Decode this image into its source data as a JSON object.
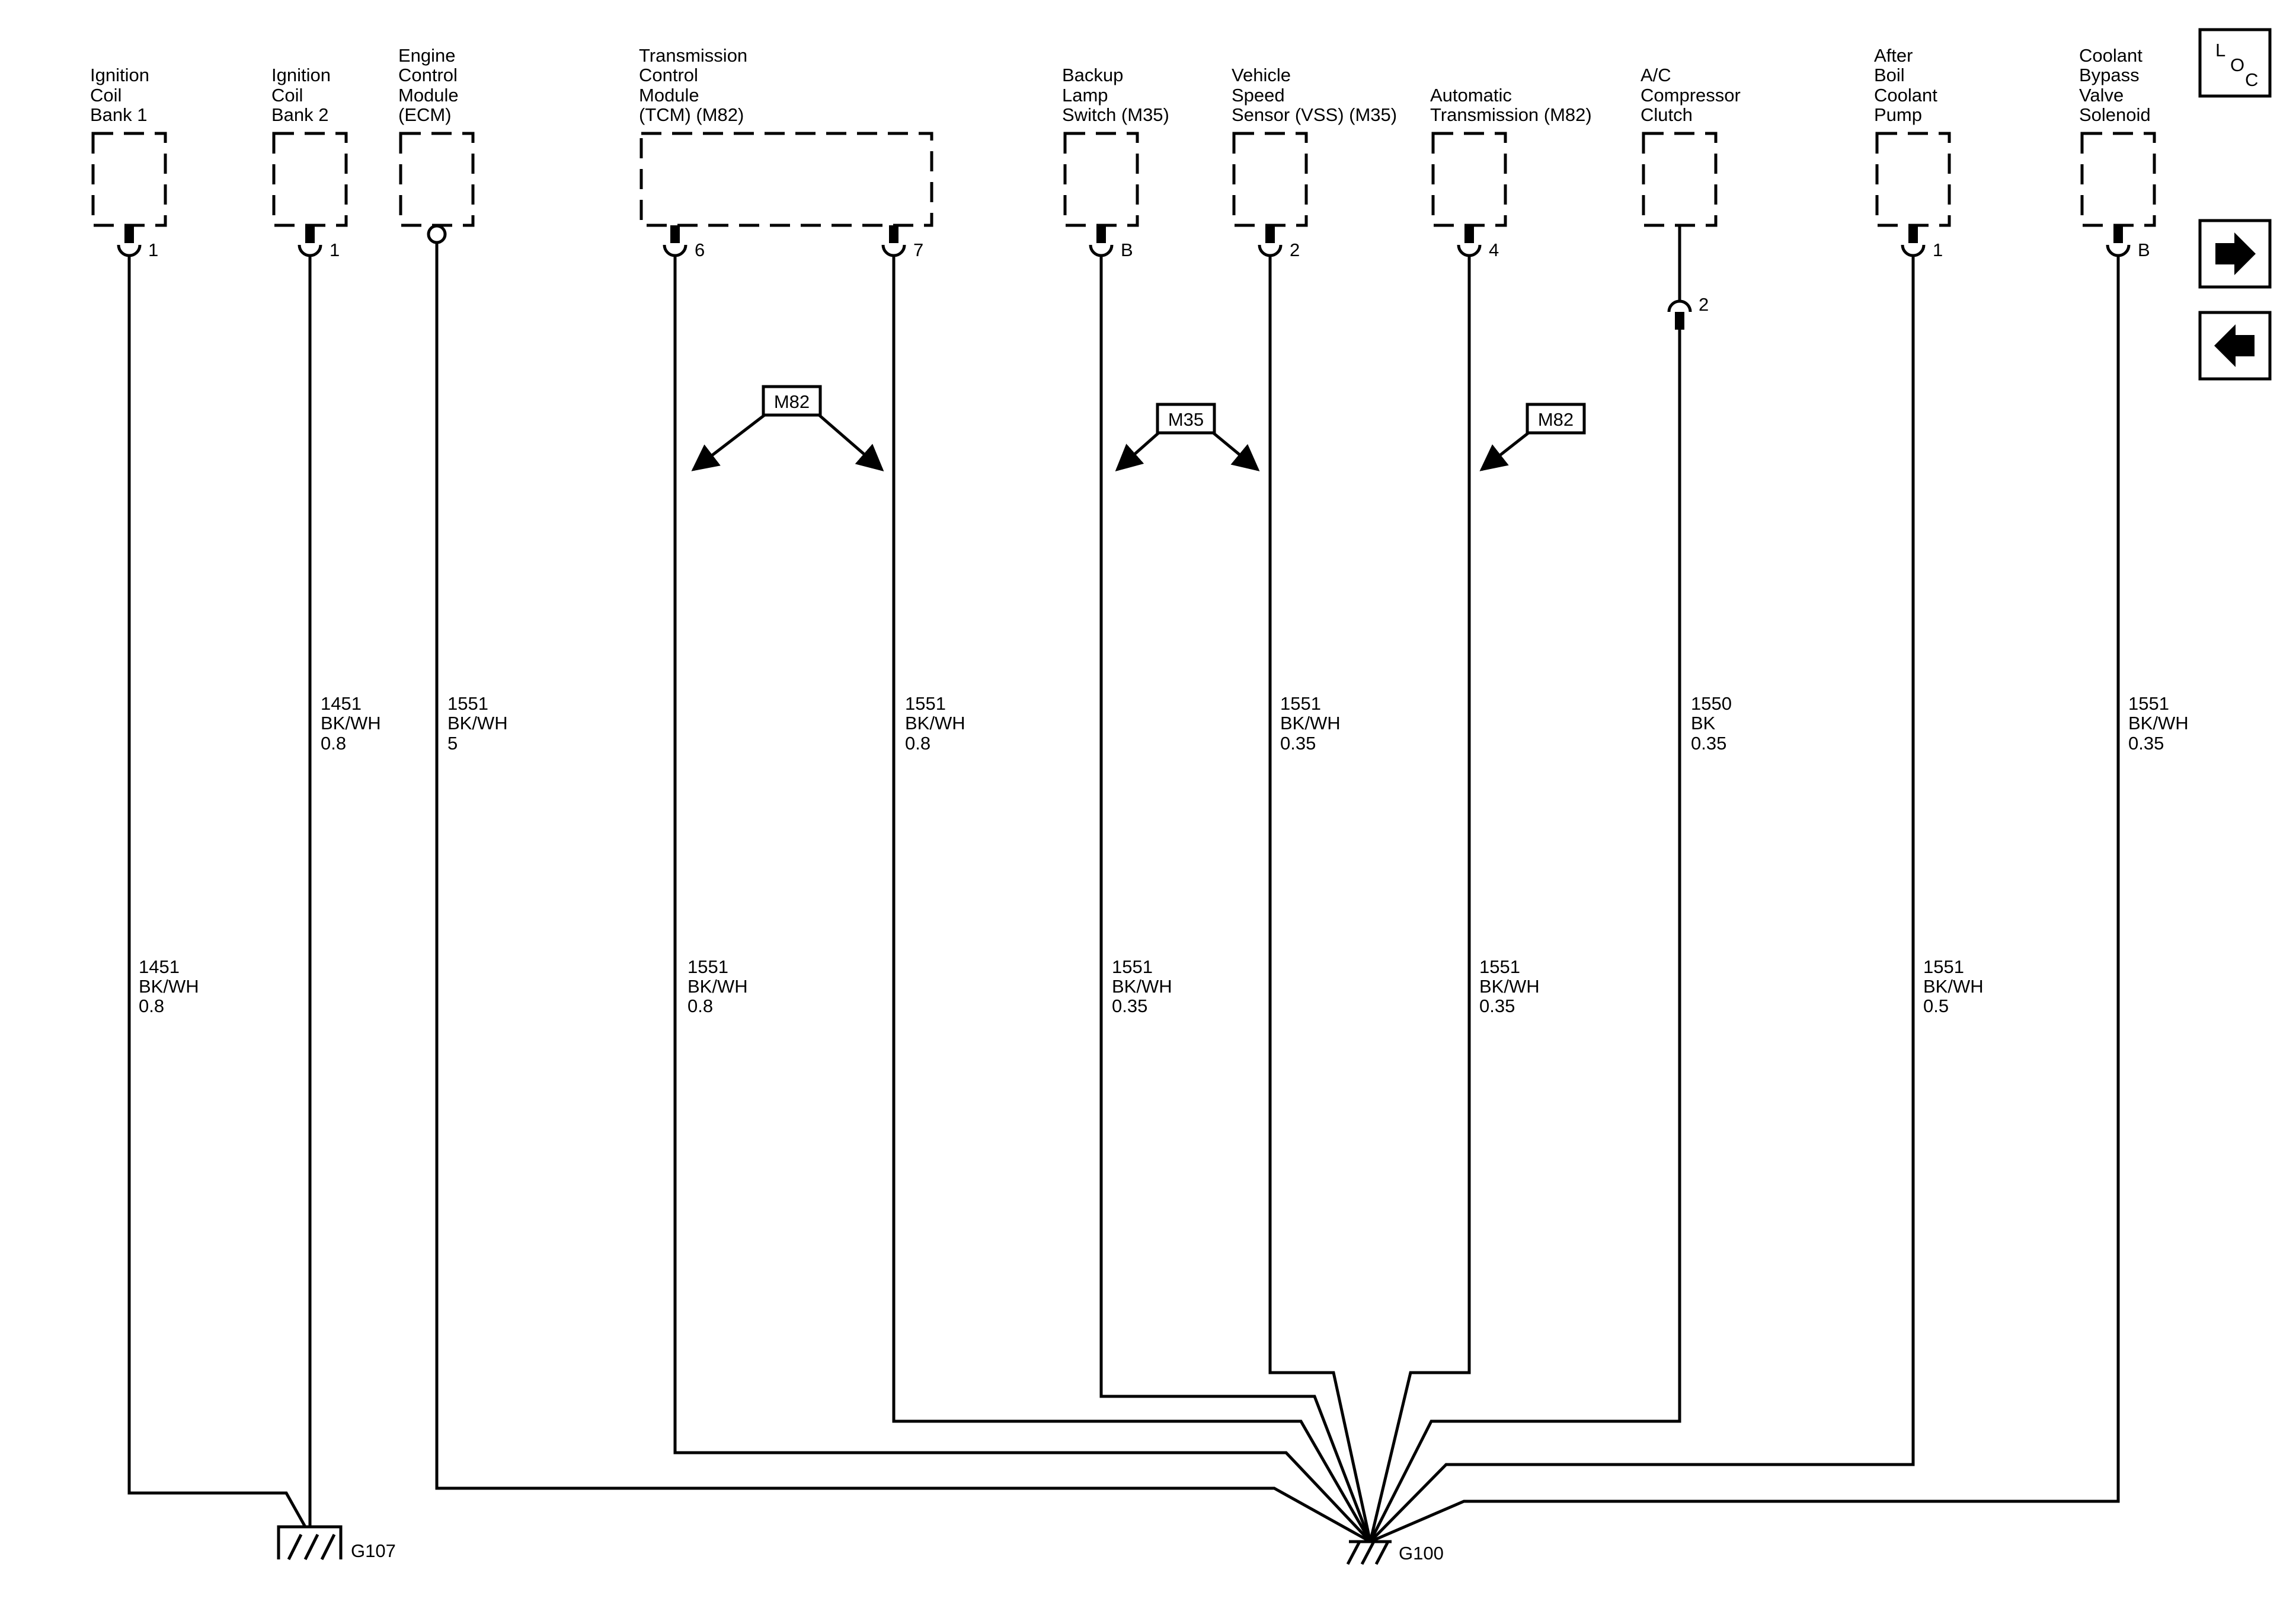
{
  "components": [
    {
      "id": "ignition-coil-bank-1",
      "label": [
        "Ignition",
        "Coil",
        "Bank 1"
      ],
      "pins": [
        "1"
      ]
    },
    {
      "id": "ignition-coil-bank-2",
      "label": [
        "Ignition",
        "Coil",
        "Bank 2"
      ],
      "pins": [
        "1"
      ]
    },
    {
      "id": "ecm",
      "label": [
        "Engine",
        "Control",
        "Module",
        "(ECM)"
      ],
      "pins": []
    },
    {
      "id": "tcm",
      "label": [
        "Transmission",
        "Control",
        "Module",
        "(TCM) (M82)"
      ],
      "pins": [
        "6",
        "7"
      ]
    },
    {
      "id": "backup-lamp-switch",
      "label": [
        "Backup",
        "Lamp",
        "Switch (M35)"
      ],
      "pins": [
        "B"
      ]
    },
    {
      "id": "vss",
      "label": [
        "Vehicle",
        "Speed",
        "Sensor (VSS) (M35)"
      ],
      "pins": [
        "2"
      ]
    },
    {
      "id": "automatic-transmission",
      "label": [
        "Automatic",
        "Transmission (M82)"
      ],
      "pins": [
        "4"
      ]
    },
    {
      "id": "ac-compressor-clutch",
      "label": [
        "A/C",
        "Compressor",
        "Clutch"
      ],
      "pins": [
        "2"
      ]
    },
    {
      "id": "after-boil-coolant-pump",
      "label": [
        "After",
        "Boil",
        "Coolant",
        "Pump"
      ],
      "pins": [
        "1"
      ]
    },
    {
      "id": "coolant-bypass-valve-solenoid",
      "label": [
        "Coolant",
        "Bypass",
        "Valve",
        "Solenoid"
      ],
      "pins": [
        "B"
      ]
    }
  ],
  "wire_labels": [
    {
      "id": "w-ign2-upper",
      "lines": [
        "1451",
        "BK/WH",
        "0.8"
      ]
    },
    {
      "id": "w-ecm-upper",
      "lines": [
        "1551",
        "BK/WH",
        "5"
      ]
    },
    {
      "id": "w-tcm7-upper",
      "lines": [
        "1551",
        "BK/WH",
        "0.8"
      ]
    },
    {
      "id": "w-vss-upper",
      "lines": [
        "1551",
        "BK/WH",
        "0.35"
      ]
    },
    {
      "id": "w-ac-upper",
      "lines": [
        "1550",
        "BK",
        "0.35"
      ]
    },
    {
      "id": "w-bypass-upper",
      "lines": [
        "1551",
        "BK/WH",
        "0.35"
      ]
    },
    {
      "id": "w-ign1-lower",
      "lines": [
        "1451",
        "BK/WH",
        "0.8"
      ]
    },
    {
      "id": "w-tcm6-lower",
      "lines": [
        "1551",
        "BK/WH",
        "0.8"
      ]
    },
    {
      "id": "w-backup-lower",
      "lines": [
        "1551",
        "BK/WH",
        "0.35"
      ]
    },
    {
      "id": "w-autotrans-lower",
      "lines": [
        "1551",
        "BK/WH",
        "0.35"
      ]
    },
    {
      "id": "w-pump-lower",
      "lines": [
        "1551",
        "BK/WH",
        "0.5"
      ]
    }
  ],
  "option_tags": {
    "tcm": "M82",
    "backup_vss": "M35",
    "autotrans": "M82"
  },
  "grounds": {
    "g107": "G107",
    "g100": "G100"
  },
  "nav": {
    "loc_letters": [
      "L",
      "O",
      "C"
    ],
    "next_icon": "arrow-right-icon",
    "prev_icon": "arrow-left-icon"
  }
}
